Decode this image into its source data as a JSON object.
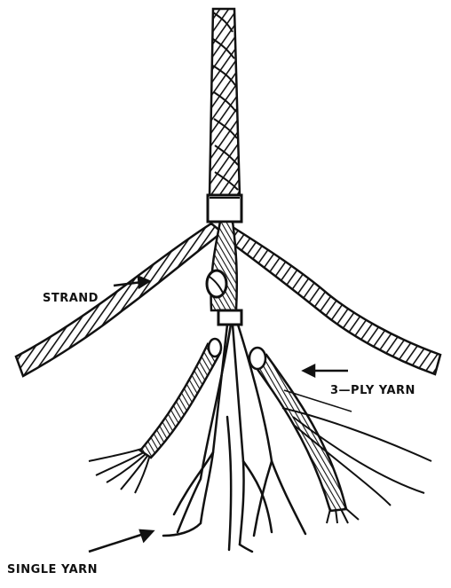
{
  "labels": {
    "strand": "STRAND",
    "three_ply_yarn": "3—PLY YARN",
    "single_yarn": "SINGLE YARN"
  },
  "colors": {
    "ink": "#111111",
    "background": "#ffffff"
  }
}
